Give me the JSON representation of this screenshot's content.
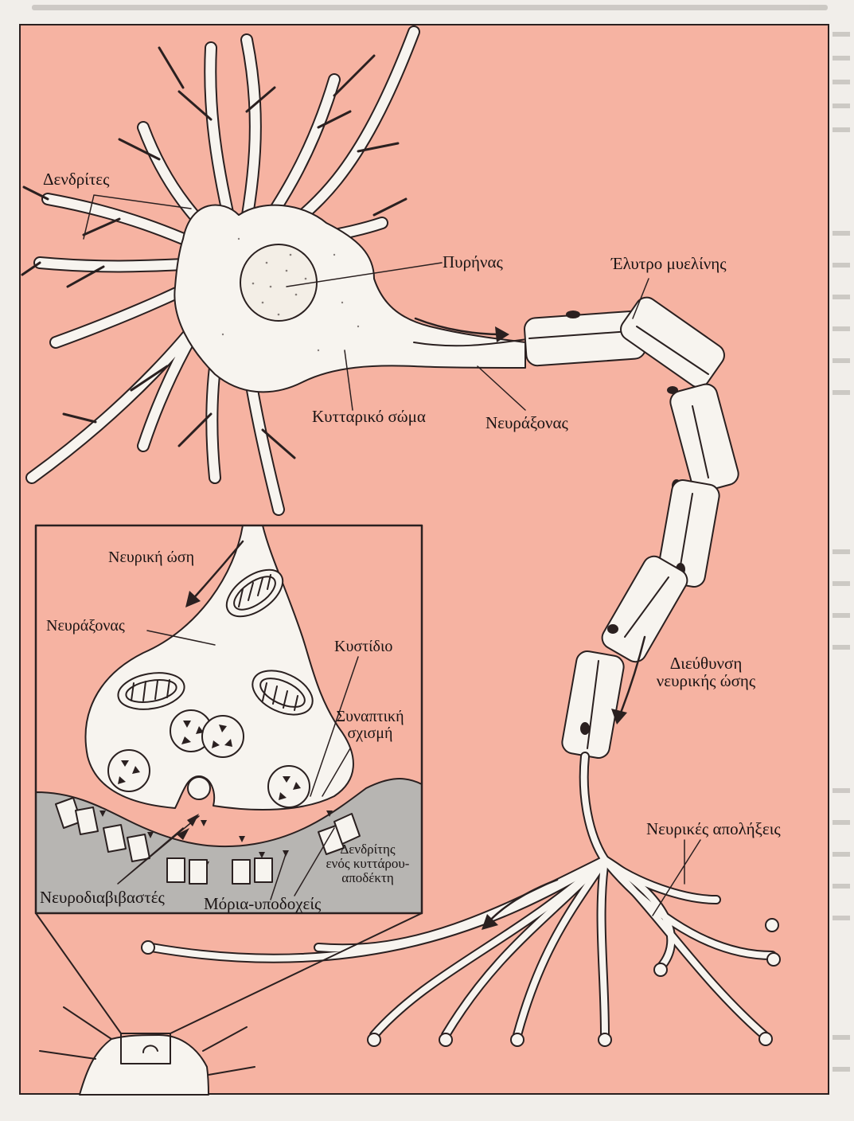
{
  "labels": {
    "dendrites": "Δενδρίτες",
    "nucleus": "Πυρήνας",
    "myelin": "Έλυτρο μυελίνης",
    "cell_body": "Κυτταρικό σώμα",
    "axon_main": "Νευράξονας",
    "impulse_direction_1": "Διεύθυνση",
    "impulse_direction_2": "νευρικής ώσης",
    "nerve_endings": "Νευρικές απολήξεις",
    "inset_impulse": "Νευρική ώση",
    "inset_axon": "Νευράξονας",
    "vesicle": "Κυστίδιο",
    "synaptic_cleft_1": "Συναπτική",
    "synaptic_cleft_2": "σχισμή",
    "receiver_dendrite_1": "Δενδρίτης",
    "receiver_dendrite_2": "ενός κυττάρου-",
    "receiver_dendrite_3": "αποδέκτη",
    "neurotransmitters": "Νευροδιαβιβαστές",
    "receptor_molecules": "Μόρια-υποδοχείς"
  },
  "colors": {
    "frame_fill": "#f6b3a2",
    "neuron_fill": "#f7f4ef",
    "outline": "#2a2020",
    "receiver_fill": "#b7b5b2",
    "paper": "#f1eeea"
  }
}
